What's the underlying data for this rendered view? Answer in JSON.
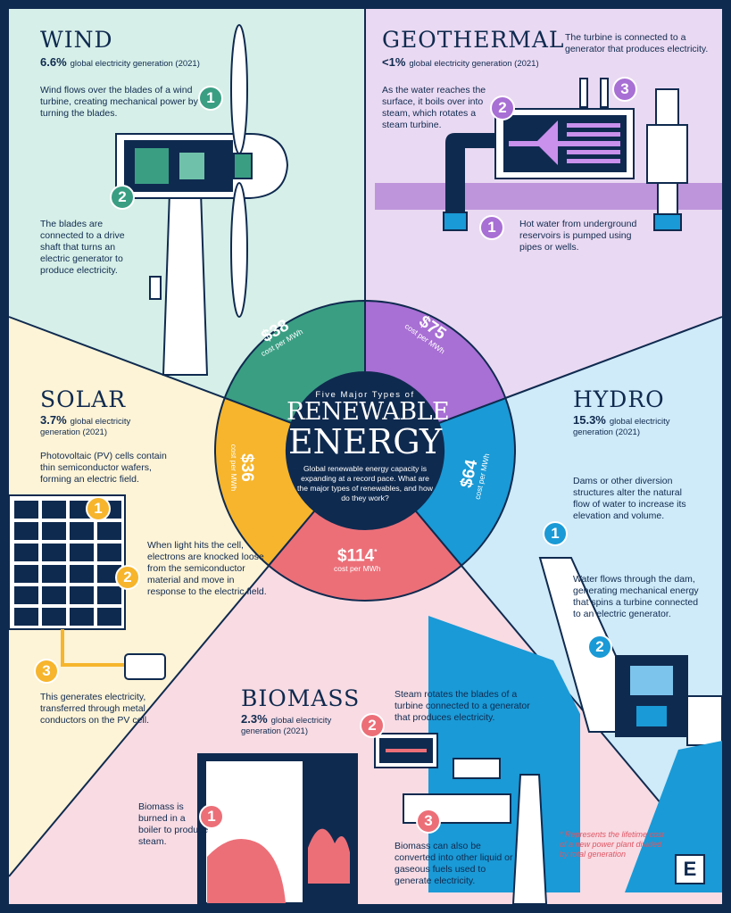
{
  "center": {
    "kicker": "Five Major Types of",
    "title1": "RENEWABLE",
    "title2": "ENERGY",
    "desc": "Global renewable energy capacity is expanding at a record pace. What are the major types of renewables, and how do they work?"
  },
  "colors": {
    "navy": "#0f2a4f",
    "wind": "#3a9e83",
    "geothermal": "#a86fd4",
    "hydro": "#1a9ad6",
    "solar": "#f6b52c",
    "biomass": "#ec6f78"
  },
  "wind": {
    "title": "WIND",
    "share": "6.6%",
    "share_label": "global electricity generation (2021)",
    "cost": "$38",
    "cost_label": "cost per MWh",
    "steps": [
      {
        "n": "1",
        "text": "Wind flows over the blades of a wind turbine, creating mechanical power by turning the blades."
      },
      {
        "n": "2",
        "text": "The blades are connected to a drive shaft that turns an electric generator to produce electricity."
      }
    ]
  },
  "geothermal": {
    "title": "GEOTHERMAL",
    "share": "<1%",
    "share_label": "global electricity generation (2021)",
    "cost": "$75",
    "cost_label": "cost per MWh",
    "steps": [
      {
        "n": "1",
        "text": "Hot water from underground reservoirs is pumped using pipes or wells."
      },
      {
        "n": "2",
        "text": "As the water reaches the surface, it boils over into steam, which rotates a steam turbine."
      },
      {
        "n": "3",
        "text": "The turbine is connected to a generator that produces electricity."
      }
    ]
  },
  "solar": {
    "title": "SOLAR",
    "share": "3.7%",
    "share_label": "global electricity generation (2021)",
    "cost": "$36",
    "cost_label": "cost per MWh",
    "steps": [
      {
        "n": "1",
        "text": "Photovoltaic (PV) cells contain thin semiconductor wafers, forming an electric field."
      },
      {
        "n": "2",
        "text": "When light hits the cell, electrons are knocked loose from the semiconductor material and move in response to the electric field."
      },
      {
        "n": "3",
        "text": "This generates electricity, transferred through metal conductors on the PV cell."
      }
    ]
  },
  "hydro": {
    "title": "HYDRO",
    "share": "15.3%",
    "share_label": "global electricity generation (2021)",
    "cost": "$64",
    "cost_label": "cost per MWh",
    "steps": [
      {
        "n": "1",
        "text": "Dams or other diversion structures alter the natural flow of water to increase its elevation and volume."
      },
      {
        "n": "2",
        "text": "Water flows through the dam, generating mechanical energy that spins a turbine connected to an electric generator."
      }
    ]
  },
  "biomass": {
    "title": "BIOMASS",
    "share": "2.3%",
    "share_label": "global electricity generation (2021)",
    "cost": "$114",
    "cost_mark": "*",
    "cost_label": "cost per MWh",
    "steps": [
      {
        "n": "1",
        "text": "Biomass is burned in a boiler to produce steam."
      },
      {
        "n": "2",
        "text": "Steam rotates the blades of a turbine connected to a generator that produces electricity."
      },
      {
        "n": "3",
        "text": "Biomass can also be converted into other liquid or gaseous fuels used to generate electricity."
      }
    ]
  },
  "footnote": "* Represents the lifetime cost of a new power plant divided by total generation",
  "logo": "E"
}
